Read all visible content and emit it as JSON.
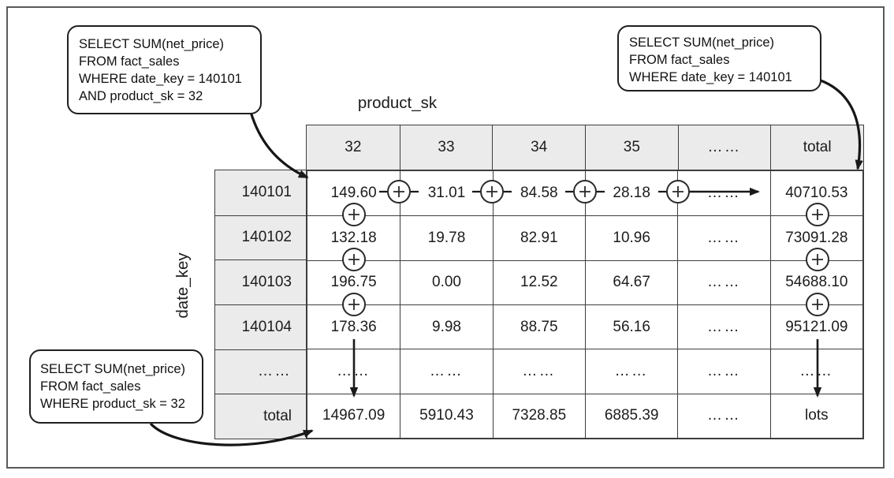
{
  "axes": {
    "column_label": "product_sk",
    "row_label": "date_key"
  },
  "callouts": {
    "top_left": {
      "lines": [
        "SELECT SUM(net_price)",
        "FROM fact_sales",
        "WHERE date_key = 140101",
        "AND product_sk = 32"
      ]
    },
    "top_right": {
      "lines": [
        "SELECT SUM(net_price)",
        "FROM fact_sales",
        "WHERE date_key = 140101"
      ]
    },
    "bottom_left": {
      "lines": [
        "SELECT SUM(net_price)",
        "FROM fact_sales",
        "WHERE product_sk = 32"
      ]
    }
  },
  "table": {
    "column_headers": [
      "32",
      "33",
      "34",
      "35",
      "……",
      "total"
    ],
    "row_headers": [
      "140101",
      "140102",
      "140103",
      "140104",
      "……",
      "total"
    ],
    "rows": [
      [
        "149.60",
        "31.01",
        "84.58",
        "28.18",
        "……",
        "40710.53"
      ],
      [
        "132.18",
        "19.78",
        "82.91",
        "10.96",
        "……",
        "73091.28"
      ],
      [
        "196.75",
        "0.00",
        "12.52",
        "64.67",
        "……",
        "54688.10"
      ],
      [
        "178.36",
        "9.98",
        "88.75",
        "56.16",
        "……",
        "95121.09"
      ],
      [
        "……",
        "……",
        "……",
        "……",
        "……",
        "……"
      ],
      [
        "14967.09",
        "5910.43",
        "7328.85",
        "6885.39",
        "……",
        "lots"
      ]
    ]
  },
  "icons": {
    "plus_circle": "+"
  },
  "colors": {
    "header_bg": "#ebebeb",
    "grid_border": "#3d3d3d",
    "arrow": "#1a1a1a",
    "frame_border": "#5a5a5a",
    "background": "#ffffff"
  }
}
